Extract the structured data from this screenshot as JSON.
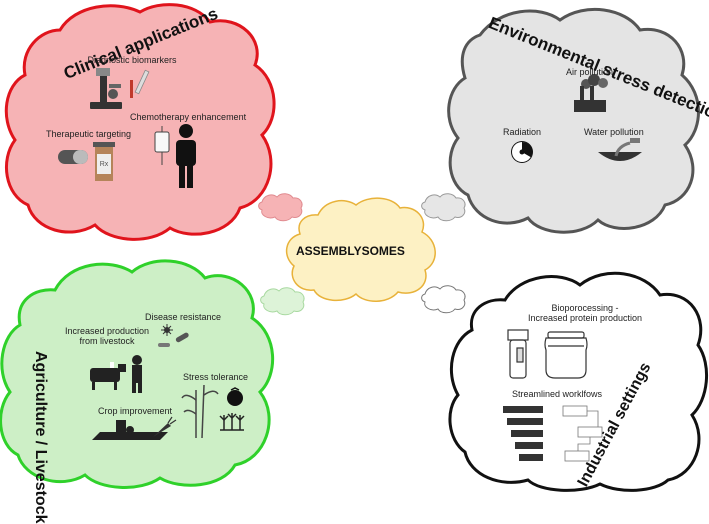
{
  "center": {
    "label": "ASSEMBLYSOMES"
  },
  "clinical": {
    "title": "Clinical applications",
    "items": {
      "diagnostic": "Diagnostic biomarkers",
      "therapeutic": "Therapeutic targeting",
      "chemo": "Chemotherapy enhancement"
    }
  },
  "environmental": {
    "title": "Environmental stress detection",
    "items": {
      "air": "Air pollution",
      "radiation": "Radiation",
      "water": "Water pollution"
    }
  },
  "agriculture": {
    "title": "Agriculture / Livestock",
    "items": {
      "livestock_line1": "Increased production",
      "livestock_line2": "from livestock",
      "disease": "Disease resistance",
      "stress": "Stress tolerance",
      "crop": "Crop improvement"
    }
  },
  "industrial": {
    "title": "Industrial settings",
    "items": {
      "bio_line1": "Bioporocessing -",
      "bio_line2": "Increased protein production",
      "workflows": "Streamlined worklfows"
    }
  },
  "colors": {
    "clinical_fill": "#f6b3b5",
    "clinical_stroke": "#e0141c",
    "environmental_fill": "#e4e4e4",
    "environmental_stroke": "#555555",
    "agriculture_fill": "#cdefc6",
    "agriculture_stroke": "#2fd12a",
    "industrial_fill": "#ffffff",
    "industrial_stroke": "#111111",
    "center_fill": "#fdf1c4",
    "center_stroke": "#e8b23a"
  }
}
